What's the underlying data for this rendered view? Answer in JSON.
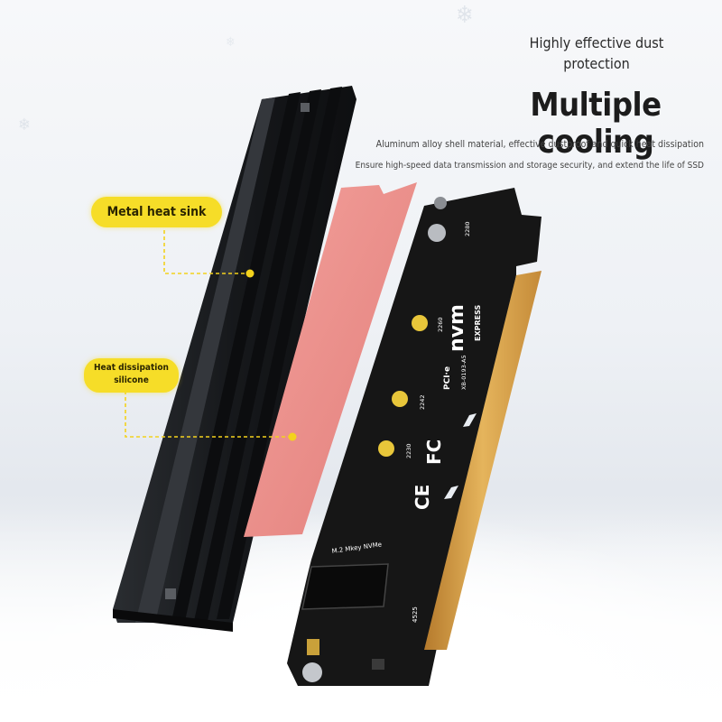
{
  "header": {
    "dust_title_line1": "Highly effective dust",
    "dust_title_line2": "protection",
    "main_title": "Multiple cooling",
    "desc_line1": "Aluminum alloy shell material, effective dustproof and quick heat dissipation",
    "desc_line2": "Ensure high-speed data transmission and storage security, and extend the life of SSD"
  },
  "callouts": {
    "heat_sink": "Metal heat sink",
    "silicone_line1": "Heat dissipation",
    "silicone_line2": "silicone"
  },
  "board": {
    "nvme_logo": "nvm",
    "express_text": "EXPRESS",
    "model_text": "XB-0193-A5",
    "size_2280": "2280",
    "size_2260": "2260",
    "size_2242": "2242",
    "size_2230": "2230",
    "slot_label": "M.2 Mkey NVMe",
    "code": "4525",
    "pcie_text": "PCI·e",
    "fc_mark": "FC",
    "ce_mark": "CE"
  },
  "colors": {
    "accent_yellow": "#f6dd28",
    "heatsink": "#1a1c1f",
    "silicone_pad": "#e98a86",
    "pcb": "#151515",
    "gold": "#d9a64a"
  }
}
